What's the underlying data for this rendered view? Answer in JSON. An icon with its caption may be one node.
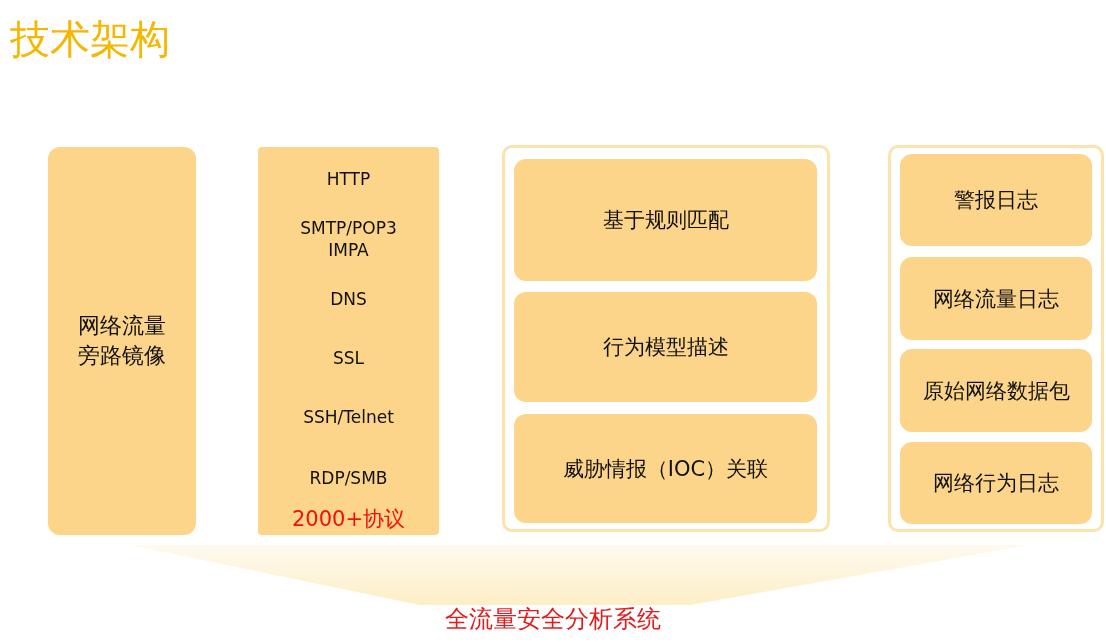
{
  "diagram": {
    "title": "技术架构",
    "nodes": [
      {
        "text": [
          "网络流量旁路镜像"
        ]
      },
      {
        "text": [
          "HTTP",
          "SMTP/POP3 IMPA",
          "DNS",
          "SSL",
          "SSH/Telnet",
          "RDP/SMB",
          "2000+协议"
        ]
      },
      {
        "text": [],
        "shape": "box"
      },
      {
        "text": [
          "基于规则匹配"
        ],
        "in": 2
      },
      {
        "text": [
          "行为模型描述"
        ],
        "in": 2
      },
      {
        "text": [
          "威胁情报（IOC）关联"
        ],
        "in": 2
      },
      {
        "text": [],
        "shape": "box"
      },
      {
        "text": [
          "警报日志"
        ],
        "in": 6
      },
      {
        "text": [
          "网络流量日志"
        ],
        "in": 6
      },
      {
        "text": [
          "原始网络数据包"
        ],
        "in": 6
      },
      {
        "text": [
          "网络行为日志"
        ],
        "in": 6
      },
      {
        "text": [],
        "shape": "band"
      }
    ],
    "caption": "全流量安全分析系统"
  }
}
